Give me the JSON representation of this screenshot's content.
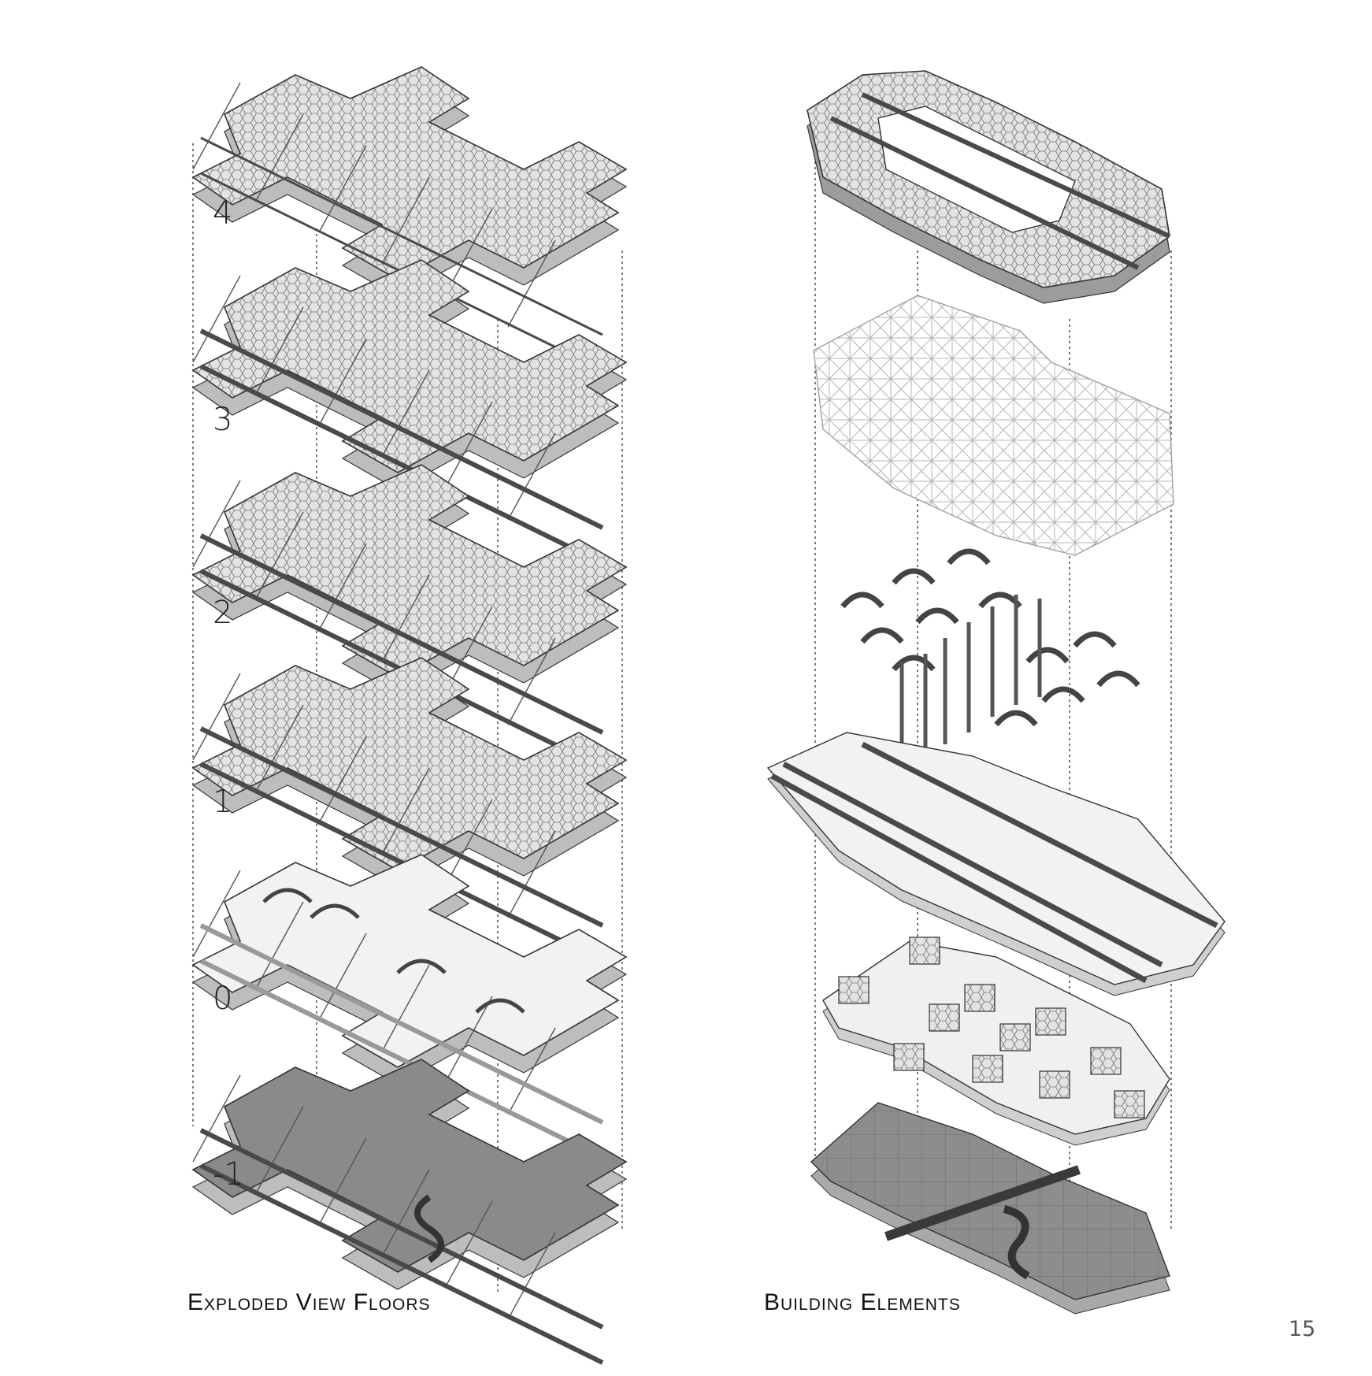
{
  "left_diagram": {
    "caption": "Exploded View Floors",
    "floors": [
      {
        "label": "4",
        "kind": "roof"
      },
      {
        "label": "3",
        "kind": "hex-floor"
      },
      {
        "label": "2",
        "kind": "hex-floor"
      },
      {
        "label": "1",
        "kind": "hex-floor"
      },
      {
        "label": "0",
        "kind": "light-floor"
      },
      {
        "label": "-1",
        "kind": "base"
      }
    ]
  },
  "right_diagram": {
    "caption": "Building Elements",
    "elements": [
      "roof-shell",
      "space-frame",
      "stairs-and-columns",
      "track-platform",
      "core-floor",
      "base-slab"
    ]
  },
  "page_number": "15",
  "colors": {
    "line": "#333333",
    "hex_fill": "#d9d9d9",
    "dark_band": "#4a4a4a",
    "base_fill": "#8a8a8a",
    "light_fill": "#f2f2f2"
  }
}
